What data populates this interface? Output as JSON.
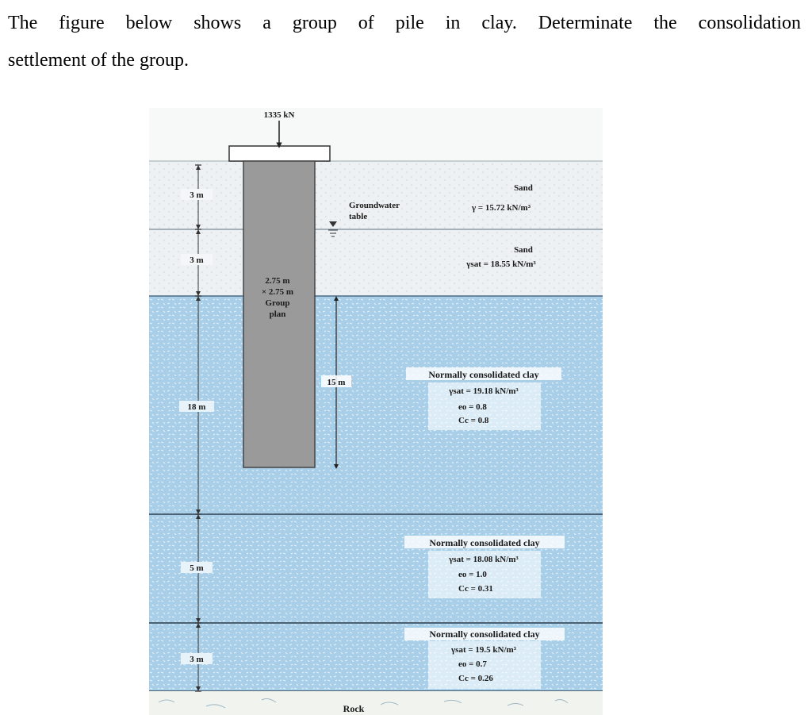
{
  "question": {
    "line1": "The figure below shows a group of pile in clay. Determinate the consolidation",
    "line2": "settlement of the group."
  },
  "figure": {
    "load": "1335 kN",
    "groundwater": [
      "Groundwater",
      "table"
    ],
    "pile_group_plan": [
      "2.75 m",
      "× 2.75 m",
      "Group",
      "plan"
    ],
    "pile_length": "15 m",
    "rock": "Rock",
    "depths": [
      "3 m",
      "3 m",
      "18 m",
      "5 m",
      "3 m"
    ],
    "layers": [
      {
        "name": "Sand",
        "prop": "γ = 15.72 kN/m³"
      },
      {
        "name": "Sand",
        "prop": "γsat = 18.55 kN/m³"
      },
      {
        "name": "Normally consolidated clay",
        "props": [
          "γsat = 19.18 kN/m³",
          "eo = 0.8",
          "Cc = 0.8"
        ]
      },
      {
        "name": "Normally consolidated clay",
        "props": [
          "γsat = 18.08 kN/m³",
          "eo = 1.0",
          "Cc = 0.31"
        ]
      },
      {
        "name": "Normally consolidated clay",
        "props": [
          "γsat = 19.5 kN/m³",
          "eo = 0.7",
          "Cc = 0.26"
        ]
      }
    ],
    "colors": {
      "sand": "#eef1f3",
      "clay": "#a9cfe8",
      "pile": "#9a9a9a",
      "rock": "#f1f3ee"
    }
  }
}
